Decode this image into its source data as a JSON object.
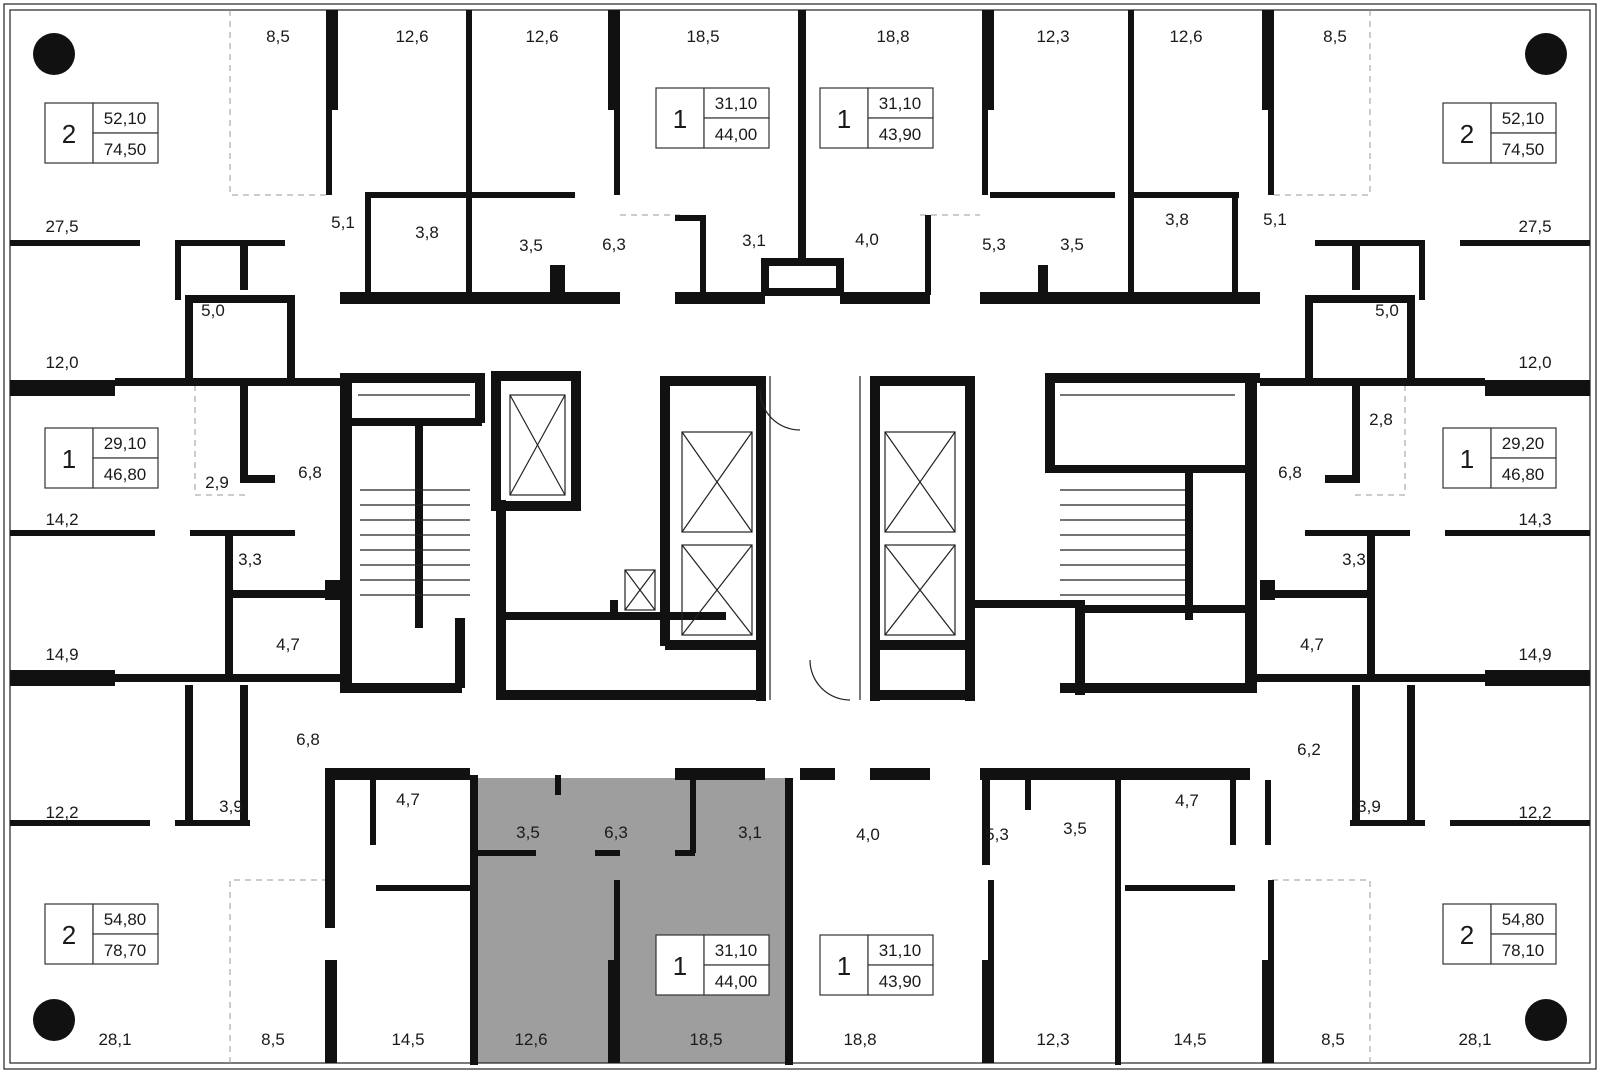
{
  "colors": {
    "wall": "#111111",
    "highlight": "#9e9e9e",
    "background": "#ffffff"
  },
  "apartments": [
    {
      "id": "apt-top-left",
      "rooms": "2",
      "living": "52,10",
      "total": "74,50",
      "highlighted": false
    },
    {
      "id": "apt-top-center-left",
      "rooms": "1",
      "living": "31,10",
      "total": "44,00",
      "highlighted": false
    },
    {
      "id": "apt-top-center-right",
      "rooms": "1",
      "living": "31,10",
      "total": "43,90",
      "highlighted": false
    },
    {
      "id": "apt-top-right",
      "rooms": "2",
      "living": "52,10",
      "total": "74,50",
      "highlighted": false
    },
    {
      "id": "apt-mid-left",
      "rooms": "1",
      "living": "29,10",
      "total": "46,80",
      "highlighted": false
    },
    {
      "id": "apt-mid-right",
      "rooms": "1",
      "living": "29,20",
      "total": "46,80",
      "highlighted": false
    },
    {
      "id": "apt-bottom-left",
      "rooms": "2",
      "living": "54,80",
      "total": "78,70",
      "highlighted": false
    },
    {
      "id": "apt-bottom-center-left",
      "rooms": "1",
      "living": "31,10",
      "total": "44,00",
      "highlighted": true
    },
    {
      "id": "apt-bottom-center-right",
      "rooms": "1",
      "living": "31,10",
      "total": "43,90",
      "highlighted": false
    },
    {
      "id": "apt-bottom-right",
      "rooms": "2",
      "living": "54,80",
      "total": "78,10",
      "highlighted": false
    }
  ],
  "room_areas": {
    "top_row": [
      "8,5",
      "12,6",
      "12,6",
      "18,5",
      "18,8",
      "12,3",
      "12,6",
      "8,5"
    ],
    "top_service": [
      "5,1",
      "3,8",
      "3,5",
      "6,3",
      "3,1",
      "4,0",
      "5,3",
      "3,5",
      "3,8",
      "5,1"
    ],
    "left_side": [
      "27,5",
      "5,0",
      "12,0",
      "2,9",
      "6,8",
      "14,2",
      "3,3",
      "4,7",
      "14,9",
      "6,8",
      "3,9",
      "12,2"
    ],
    "right_side": [
      "27,5",
      "5,0",
      "12,0",
      "2,8",
      "6,8",
      "14,3",
      "3,3",
      "4,7",
      "14,9",
      "6,2",
      "3,9",
      "12,2"
    ],
    "bottom_service": [
      "4,7",
      "3,5",
      "6,3",
      "3,1",
      "4,0",
      "5,3",
      "3,5",
      "4,7"
    ],
    "bottom_row": [
      "28,1",
      "8,5",
      "14,5",
      "12,6",
      "18,5",
      "18,8",
      "12,3",
      "14,5",
      "8,5",
      "28,1"
    ]
  }
}
